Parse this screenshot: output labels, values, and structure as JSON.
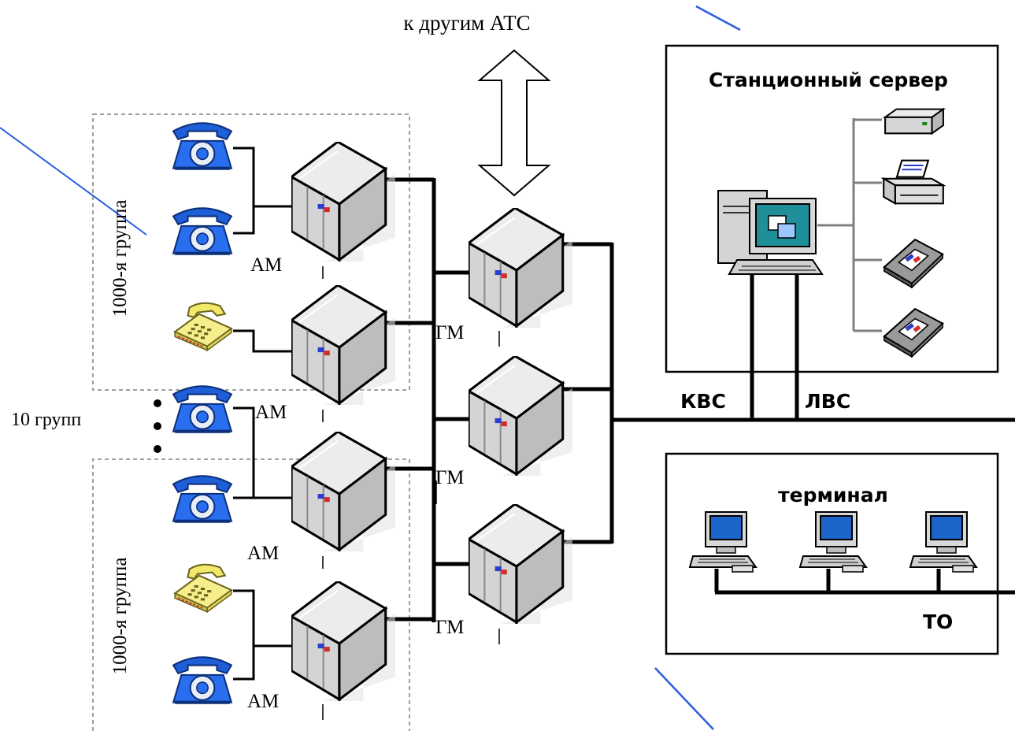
{
  "labels": {
    "top_arrow_text": "к другим АТС",
    "group_top": "1000-я группа",
    "group_bottom": "1000-я группа",
    "groups_count": "10 групп",
    "am1": "АМ",
    "am2": "АМ",
    "am3": "АМ",
    "am4": "АМ",
    "gm1": "ГМ",
    "gm2": "ГМ",
    "gm3": "ГМ",
    "server_title": "Станционный сервер",
    "kvs": "КВС",
    "lvs": "ЛВС",
    "terminal_title": "терминал",
    "to": "ТО"
  },
  "colors": {
    "phone_blue": "#1e5fd8",
    "phone_yellow": "#f2e86a",
    "cabinet": "#d6d6d6",
    "accent_line": "#2c5be0",
    "network_line": "#000000"
  },
  "icons": {
    "telephone_rotary": "rotary-phone-icon",
    "telephone_desk": "desk-phone-icon",
    "module": "server-cabinet-icon",
    "computer": "workstation-icon",
    "printer": "printer-icon",
    "drive": "disk-drive-icon"
  }
}
